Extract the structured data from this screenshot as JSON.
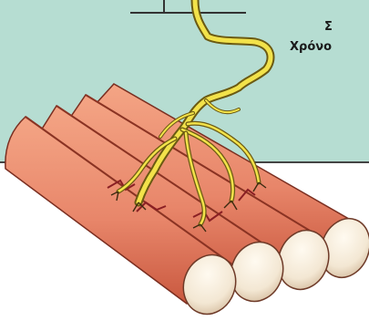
{
  "labels": {
    "top_fragment": "Σ",
    "time_fragment": "Χρόνο"
  },
  "colors": {
    "background_panel": "#b6ddd2",
    "fiber_fill": "#e8886a",
    "fiber_dark": "#c5543f",
    "fiber_end": "#f4ead8",
    "nerve": "#f2e24a",
    "nerve_outline": "#6b5a12",
    "capillary": "#8a1f24"
  },
  "diagram": {
    "subject": "muscle-fibers-with-nerve",
    "fiber_count": 4
  }
}
